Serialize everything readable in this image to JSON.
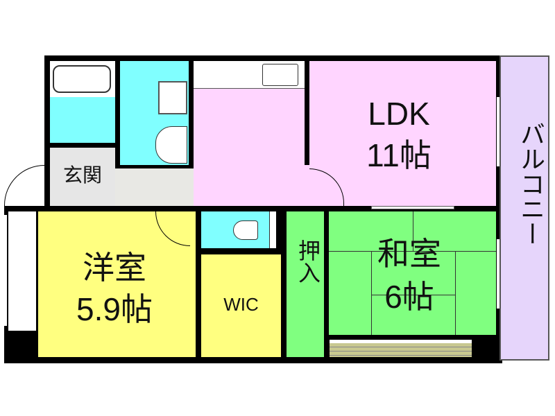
{
  "rooms": {
    "ldk": {
      "name": "LDK",
      "size": "11帖"
    },
    "entrance": {
      "name": "玄関"
    },
    "western_room": {
      "name": "洋室",
      "size": "5.9帖"
    },
    "wic": {
      "name": "WIC"
    },
    "closet": {
      "name": "押入"
    },
    "japanese_room": {
      "name": "和室",
      "size": "6帖"
    },
    "balcony": {
      "name": "バルコニー"
    }
  },
  "colors": {
    "ldk": "#ffd5ff",
    "wet": "#80ffff",
    "western": "#ffff80",
    "japanese": "#80ff80",
    "balcony": "#e6d5fb",
    "hall": "#e8e8e4"
  }
}
